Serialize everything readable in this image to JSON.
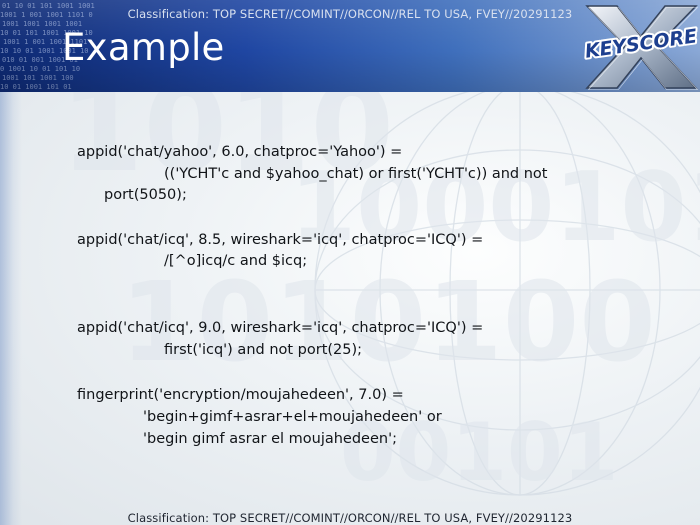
{
  "classification_top": "Classification: TOP SECRET//COMINT//ORCON//REL TO USA, FVEY//20291123",
  "classification_bottom": "Classification: TOP SECRET//COMINT//ORCON//REL TO USA, FVEY//20291123",
  "title": "Example",
  "logo": {
    "text": "KEYSCORE",
    "icon": "keyscore-x-logo-icon"
  },
  "colors": {
    "header_dark": "#0e2a74",
    "header_light": "#8aa8d6",
    "logo_blue": "#1d3f8f",
    "text": "#111418"
  },
  "code": {
    "yahoo": {
      "line1": "appid('chat/yahoo', 6.0, chatproc='Yahoo') =",
      "line2": "(('YCHT'c and $yahoo_chat) or first('YCHT'c)) and not",
      "line3": "port(5050);"
    },
    "icq1": {
      "line1": "appid('chat/icq', 8.5, wireshark='icq', chatproc='ICQ') =",
      "line2": "/[^o]icq/c and $icq;"
    },
    "icq2": {
      "line1": "appid('chat/icq', 9.0, wireshark='icq', chatproc='ICQ') =",
      "line2": "first('icq') and not port(25);"
    },
    "fingerprint": {
      "line1": "fingerprint('encryption/moujahedeen', 7.0) =",
      "line2": "'begin+gimf+asrar+el+moujahedeen' or",
      "line3": "'begin gimf asrar el moujahedeen';"
    }
  }
}
